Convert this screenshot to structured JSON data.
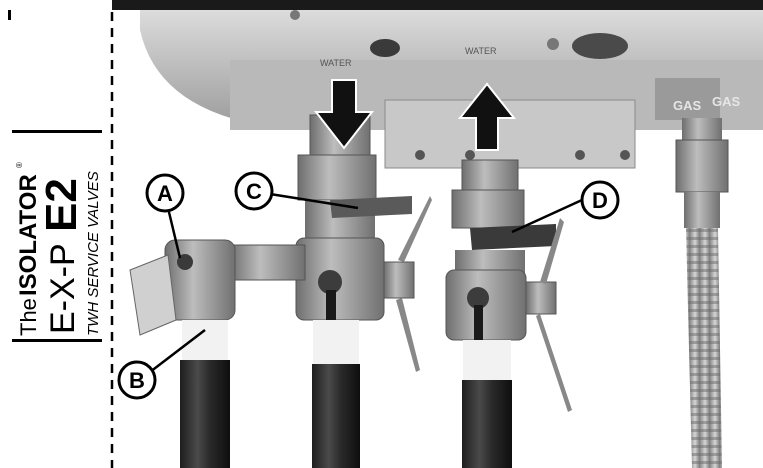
{
  "brand": {
    "the": "The",
    "name": "ISOLATOR",
    "registered": "®",
    "model_prefix": "E-X-P",
    "model": "E2",
    "subtitle": "TWH SERVICE VALVES"
  },
  "photo_labels": {
    "gas_left": "GAS",
    "gas_right": "GAS",
    "water_in": "WATER",
    "water_out": "WATER"
  },
  "callouts": [
    {
      "letter": "A"
    },
    {
      "letter": "B"
    },
    {
      "letter": "C"
    },
    {
      "letter": "D"
    }
  ],
  "colors": {
    "background": "#ffffff",
    "top_bar": "#1a1a1a",
    "callout_fill": "#ffffff",
    "callout_stroke": "#000000",
    "arrow": "#111111"
  }
}
